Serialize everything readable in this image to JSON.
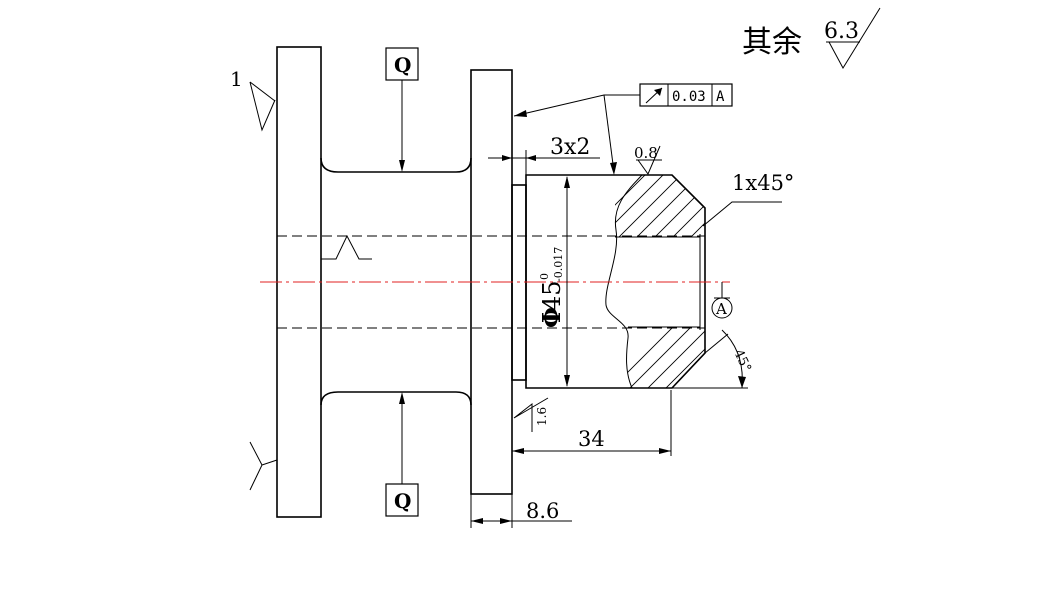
{
  "notes": {
    "remaining_roughness_label": "其余",
    "remaining_roughness_value": "6.3"
  },
  "labels": {
    "part_number": "1",
    "section_left_top": "Q",
    "section_left_bottom": "Q"
  },
  "tolerance_frame": {
    "symbol": "circular-runout-icon",
    "value": "0.03",
    "datum": "A"
  },
  "datum": {
    "label": "A"
  },
  "dimensions": {
    "groove": "3x2",
    "chamfer": "1x45°",
    "diameter_symbol": "Φ",
    "diameter_value": "45",
    "diameter_upper_tol": "0",
    "diameter_lower_tol": "-0.017",
    "length": "34",
    "flange_width": "8.6",
    "angle": "45°"
  },
  "roughness": {
    "top": "0.8",
    "bottom": "1.6"
  }
}
